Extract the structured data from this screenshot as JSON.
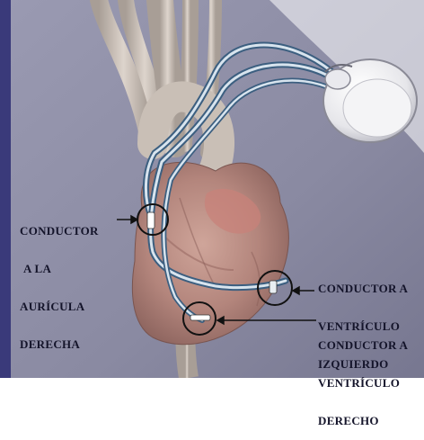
{
  "labels": {
    "atrium": {
      "line1": "CONDUCTOR",
      "line2": "A LA",
      "line3": "AURÍCULA",
      "line4": "DERECHA"
    },
    "left_ventricle": {
      "line1": "CONDUCTOR A",
      "line2": "VENTRÍCULO",
      "line3": "IZQUIERDO"
    },
    "right_ventricle": {
      "line1": "CONDUCTOR A",
      "line2": "VENTRÍCULO",
      "line3": "DERECHO"
    }
  },
  "colors": {
    "background": "#8f8fa6",
    "heart": "#b98d84",
    "vessel": "#c7bdb4",
    "lead": "#5b7fa0",
    "callout": "#111111"
  },
  "icons": {
    "pacemaker": "pacemaker-generator-icon",
    "heart": "heart-illustration"
  }
}
